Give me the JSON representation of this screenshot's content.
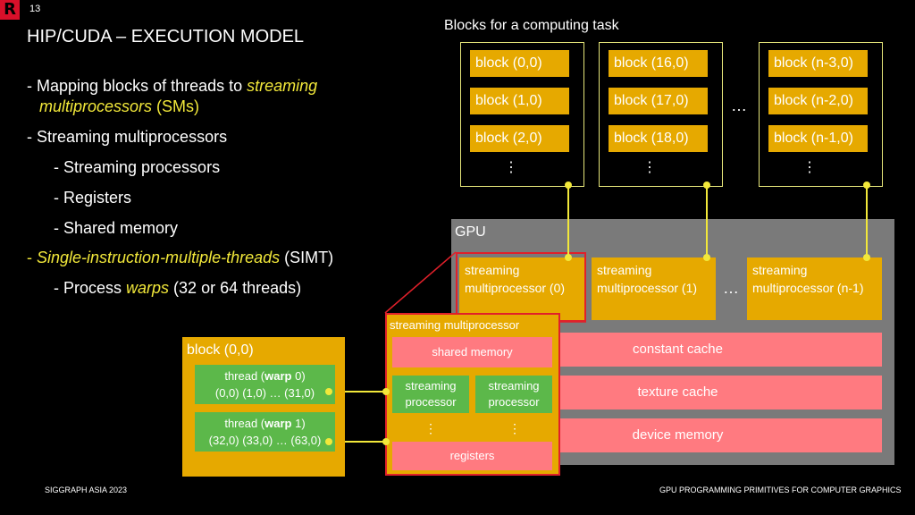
{
  "slide": {
    "number": "13",
    "logo": "R",
    "title": "HIP/CUDA – EXECUTION MODEL",
    "footer_left": "SIGGRAPH ASIA 2023",
    "footer_right": "GPU PROGRAMMING PRIMITIVES FOR COMPUTER GRAPHICS"
  },
  "bullets": {
    "b1_prefix": "- Mapping blocks of threads to ",
    "b1_hl1": "streaming",
    "b1_hl2": "multiprocessors",
    "b1_suffix": " (SMs)",
    "b2": "- Streaming multiprocessors",
    "b2a": "- Streaming processors",
    "b2b": "- Registers",
    "b2c": "- Shared memory",
    "b3_dash": "- ",
    "b3_hl": "Single-instruction-multiple-threads",
    "b3_suffix": " (SIMT)",
    "b3a_prefix": "- Process ",
    "b3a_hl": "warps",
    "b3a_suffix": " (32 or 64 threads)"
  },
  "diagram": {
    "blocks_title": "Blocks for a computing task",
    "col1": [
      "block (0,0)",
      "block (1,0)",
      "block (2,0)"
    ],
    "col2": [
      "block (16,0)",
      "block (17,0)",
      "block (18,0)"
    ],
    "col3": [
      "block (n-3,0)",
      "block (n-2,0)",
      "block (n-1,0)"
    ],
    "vdots": "⋮",
    "hdots": "…",
    "gpu_label": "GPU",
    "sm0": "streaming multiprocessor (0)",
    "sm1": "streaming multiprocessor (1)",
    "smn": "streaming multiprocessor (n-1)",
    "constant_cache": "constant cache",
    "texture_cache": "texture cache",
    "device_memory": "device memory",
    "block00_title": "block (0,0)",
    "warp0_line1_prefix": "thread (",
    "warp0_line1_bold": "warp",
    "warp0_line1_suffix": " 0)",
    "warp0_line2": "(0,0) (1,0) … (31,0)",
    "warp1_line1_prefix": "thread (",
    "warp1_line1_bold": "warp",
    "warp1_line1_suffix": " 1)",
    "warp1_line2": "(32,0) (33,0) … (63,0)",
    "smzoom_title": "streaming multiprocessor",
    "shared_memory": "shared memory",
    "sp1": "streaming processor",
    "sp2": "streaming processor",
    "registers": "registers"
  },
  "colors": {
    "accent_yellow": "#f2e83a",
    "block_orange": "#e6a900",
    "memory_pink": "#ff7a80",
    "gpu_gray": "#7a7a7a",
    "thread_green": "#5cb84a",
    "highlight_red": "#e0202a",
    "logo_red": "#d8102a"
  }
}
